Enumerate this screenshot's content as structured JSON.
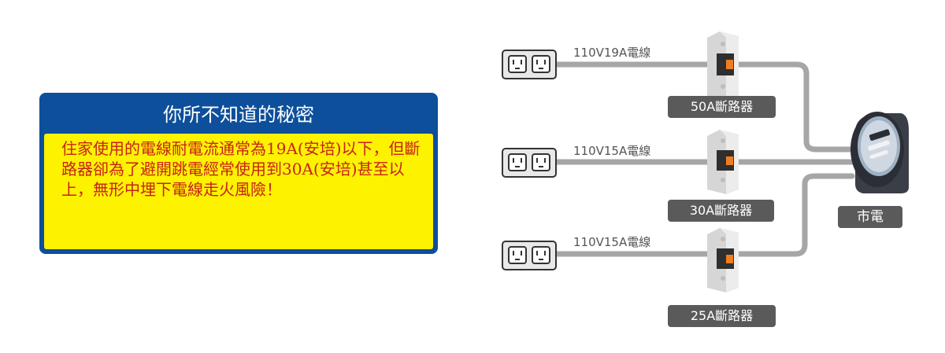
{
  "info": {
    "title": "你所不知道的秘密",
    "body": "住家使用的電線耐電流通常為19A(安培)以下，但斷路器卻為了避開跳電經常使用到30A(安培)甚至以上，無形中埋下電線走火風險！"
  },
  "circuits": [
    {
      "wire_label": "110V19A電線",
      "breaker_label": "50A斷路器"
    },
    {
      "wire_label": "110V15A電線",
      "breaker_label": "30A斷路器"
    },
    {
      "wire_label": "110V15A電線",
      "breaker_label": "25A斷路器"
    }
  ],
  "meter_label": "市電",
  "colors": {
    "box_blue": "#0d4f9a",
    "box_yellow": "#fdf200",
    "text_red": "#c7221b",
    "wire_gray": "#a6a6a6",
    "label_gray": "#5a5a5a",
    "breaker_orange": "#f07d1e"
  }
}
